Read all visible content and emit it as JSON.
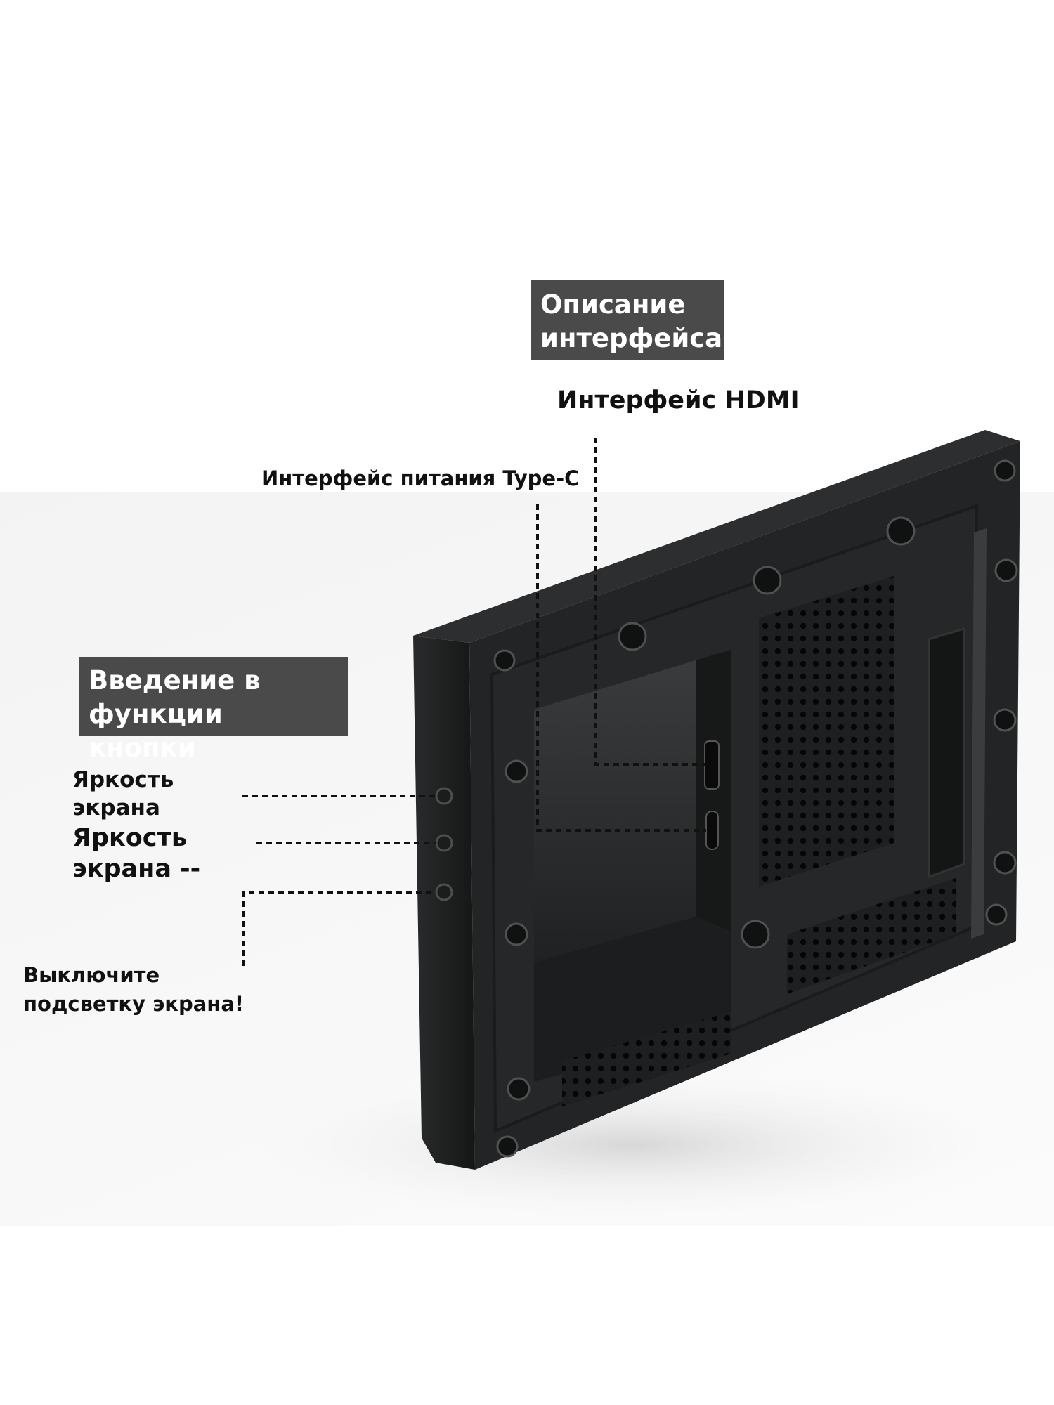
{
  "header_interface": {
    "line1": "Описание",
    "line2": "интерфейса"
  },
  "header_buttons": {
    "line1": "Введение в",
    "line2": "функции кнопки"
  },
  "callouts": {
    "hdmi": "Интерфейс HDMI",
    "type_c": "Интерфейс питания Type-C",
    "brightness_up": {
      "line1": "Яркость",
      "line2": "экрана"
    },
    "brightness_down": {
      "line1": "Яркость",
      "line2": "экрана --"
    },
    "backlight_off": {
      "line1": "Выключите",
      "line2": "подсветку экрана!"
    }
  },
  "colors": {
    "label_bg": "#4a4a4a",
    "device_body": "#232425",
    "text": "#111111"
  }
}
